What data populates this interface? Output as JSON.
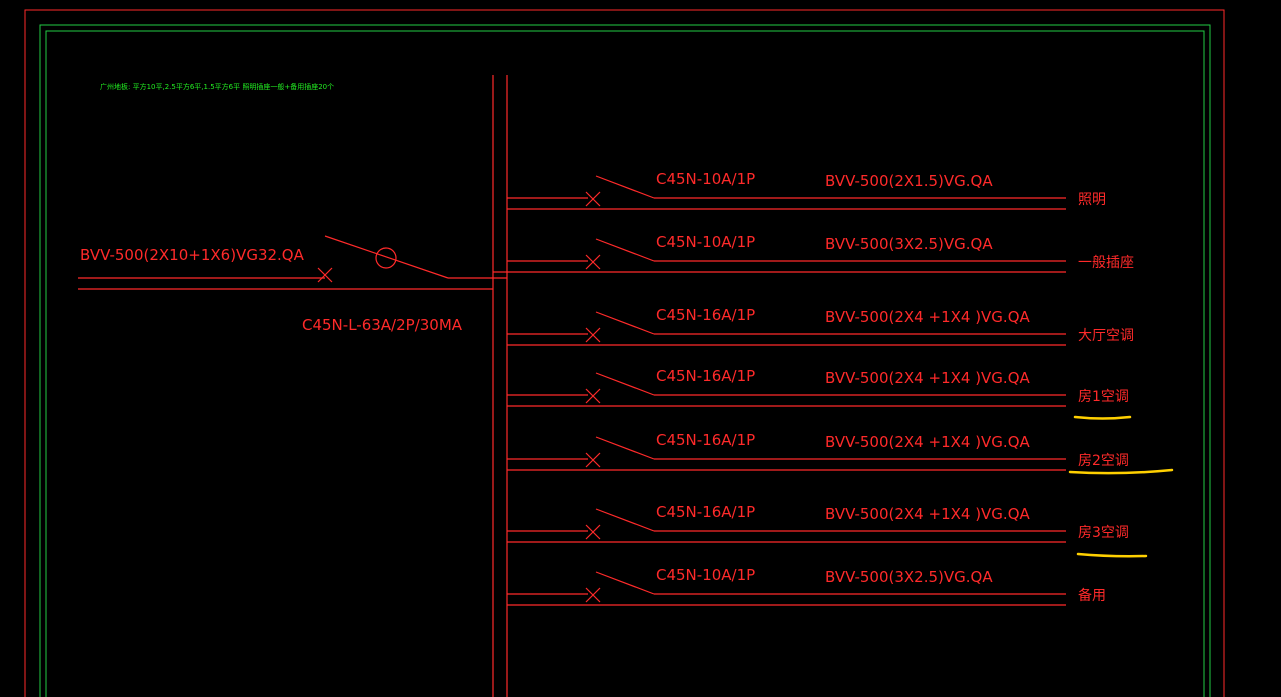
{
  "colors": {
    "background": "#000000",
    "border_red": "#ff2a2a",
    "border_green": "#22cc44",
    "wire": "#ff2a2a",
    "note_text": "#22ee22",
    "highlight": "#ffd000"
  },
  "note": {
    "text": "广州地板: 平方10平,2.5平方6平,1.5平方6平 照明插座一般+备用插座20个"
  },
  "main_circuit": {
    "cable_label": "BVV-500(2X10+1X6)VG32.QA",
    "breaker_label": "C45N-L-63A/2P/30MA"
  },
  "branches": [
    {
      "breaker": "C45N-10A/1P",
      "cable": "BVV-500(2X1.5)VG.QA",
      "load": "照明",
      "highlighted": false
    },
    {
      "breaker": "C45N-10A/1P",
      "cable": "BVV-500(3X2.5)VG.QA",
      "load": "一般插座",
      "highlighted": false
    },
    {
      "breaker": "C45N-16A/1P",
      "cable": "BVV-500(2X4 +1X4 )VG.QA",
      "load": "大厅空调",
      "highlighted": false
    },
    {
      "breaker": "C45N-16A/1P",
      "cable": "BVV-500(2X4 +1X4 )VG.QA",
      "load": "房1空调",
      "highlighted": true
    },
    {
      "breaker": "C45N-16A/1P",
      "cable": "BVV-500(2X4 +1X4 )VG.QA",
      "load": "房2空调",
      "highlighted": true
    },
    {
      "breaker": "C45N-16A/1P",
      "cable": "BVV-500(2X4 +1X4 )VG.QA",
      "load": "房3空调",
      "highlighted": true
    },
    {
      "breaker": "C45N-10A/1P",
      "cable": "BVV-500(3X2.5)VG.QA",
      "load": "备用",
      "highlighted": false
    }
  ]
}
